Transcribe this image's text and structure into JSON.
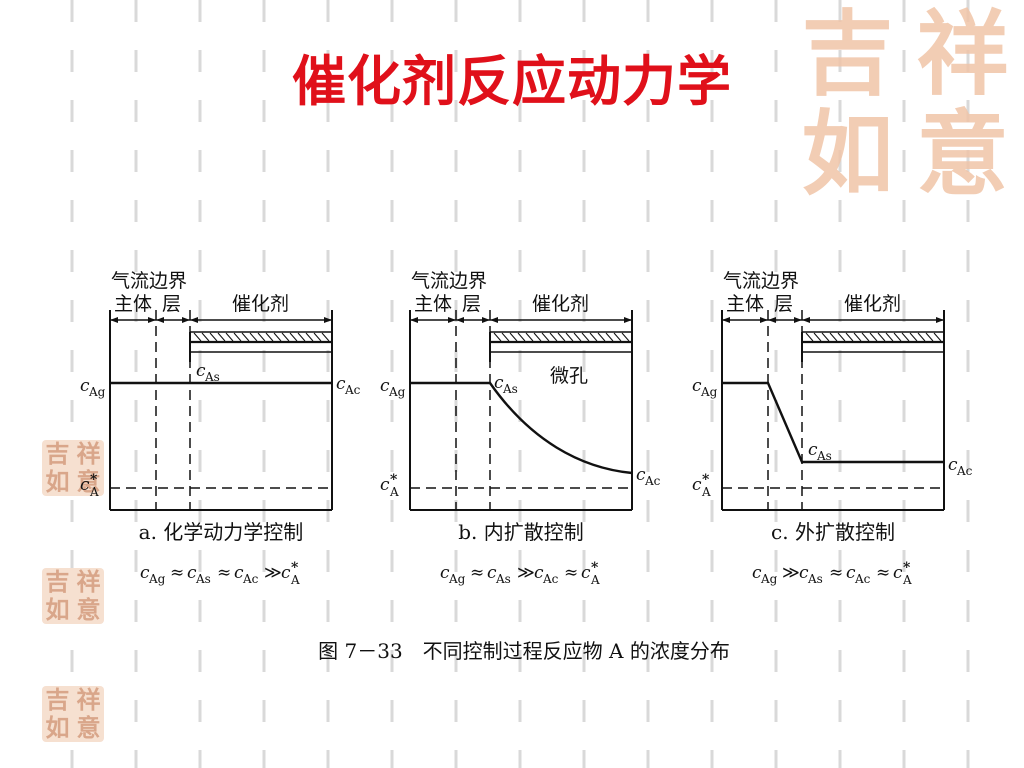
{
  "slide": {
    "title": "催化剂反应动力学",
    "seal_chars": [
      "吉",
      "祥",
      "如",
      "意"
    ]
  },
  "figure": {
    "caption": "图 7－33　不同控制过程反应物 A 的浓度分布",
    "header_line1": "气流边界",
    "header_main": "主体",
    "header_layer": "层",
    "header_catalyst": "催化剂",
    "micropore_label": "微孔",
    "conc_labels": {
      "c": "c",
      "Ag": "Ag",
      "As": "As",
      "Ac": "Ac",
      "A": "A",
      "star": "*"
    },
    "symbols": {
      "approx": "≈",
      "much_greater": "≫"
    },
    "panels": [
      {
        "id": "a",
        "label": "a. 化学动力学控制",
        "relation": [
          "Ag",
          "≈",
          "As",
          "≈",
          "Ac",
          "≫",
          "A*"
        ]
      },
      {
        "id": "b",
        "label": "b. 内扩散控制",
        "relation": [
          "Ag",
          "≈",
          "As",
          "≫",
          "Ac",
          "≈",
          "A*"
        ]
      },
      {
        "id": "c",
        "label": "c. 外扩散控制",
        "relation": [
          "Ag",
          "≫",
          "As",
          "≈",
          "Ac",
          "≈",
          "A*"
        ]
      }
    ]
  }
}
